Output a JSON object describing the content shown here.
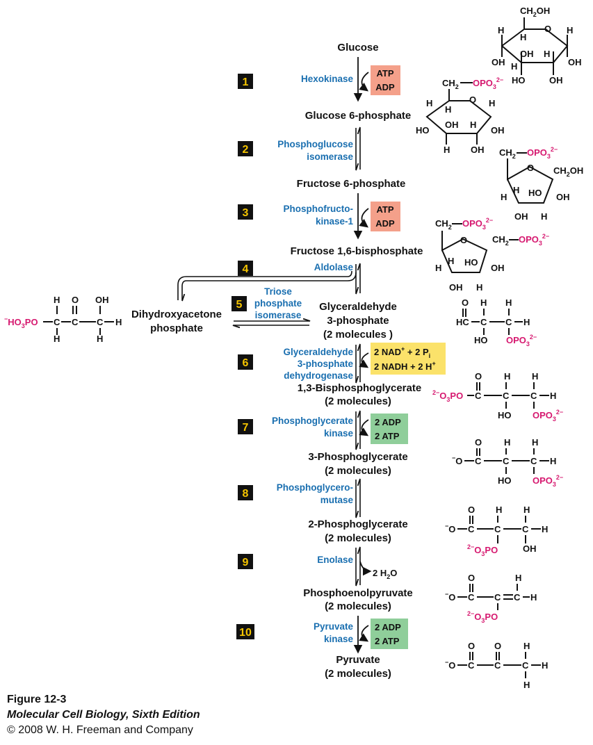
{
  "metabolites": {
    "glucose": "Glucose",
    "g6p": "Glucose 6-phosphate",
    "f6p": "Fructose 6-phosphate",
    "f16bp": "Fructose 1,6-bisphosphate",
    "dhap_1": "Dihydroxyacetone",
    "dhap_2": "phosphate",
    "gap_1": "Glyceraldehyde",
    "gap_2": "3-phosphate",
    "gap_3": "(2 molecules )",
    "bpg_1": "1,3-Bisphosphoglycerate",
    "bpg_2": "(2 molecules)",
    "pg3_1": "3-Phosphoglycerate",
    "pg3_2": "(2 molecules)",
    "pg2_1": "2-Phosphoglycerate",
    "pg2_2": "(2 molecules)",
    "pep_1": "Phosphoenolpyruvate",
    "pep_2": "(2 molecules)",
    "pyr_1": "Pyruvate",
    "pyr_2": "(2 molecules)"
  },
  "steps": [
    "1",
    "2",
    "3",
    "4",
    "5",
    "6",
    "7",
    "8",
    "9",
    "10"
  ],
  "enzymes": {
    "e1": "Hexokinase",
    "e2_1": "Phosphoglucose",
    "e2_2": "isomerase",
    "e3_1": "Phosphofructo-",
    "e3_2": "kinase-1",
    "e4": "Aldolase",
    "e5_1": "Triose",
    "e5_2": "phosphate",
    "e5_3": "isomerase",
    "e6_1": "Glyceraldehyde",
    "e6_2": "3-phosphate",
    "e6_3": "dehydrogenase",
    "e7_1": "Phosphoglycerate",
    "e7_2": "kinase",
    "e8_1": "Phosphoglycero-",
    "e8_2": "mutase",
    "e9": "Enolase",
    "e10_1": "Pyruvate",
    "e10_2": "kinase"
  },
  "cofactors": {
    "atp": "ATP",
    "adp": "ADP",
    "adp2": "2 ADP",
    "atp2": "2 ATP",
    "nad_a": "2 NAD",
    "nad_b": " + 2 P",
    "nadh_a": "2 NADH + 2 H",
    "water_a": "2 H",
    "water_b": "O",
    "plus": "+",
    "i": "i",
    "two": "2"
  },
  "atoms": {
    "C": "C",
    "H": "H",
    "O": "O",
    "OH": "OH",
    "HO": "HO",
    "HC": "HC",
    "CH2": "CH",
    "CH2OH_a": "CH",
    "CH2OH_b": "OH",
    "OPO3": "OPO",
    "O3PO": "O",
    "PO": "PO",
    "sub2": "2",
    "sub3": "3",
    "charge2": "2−",
    "minus": "−",
    "ho3po": "HO",
    "ho3po_b": "PO",
    "dash": "—"
  },
  "colors": {
    "enzyme_blue": "#1a6fb0",
    "phosphate_magenta": "#d6186f",
    "atp_box_red": "#f4a08a",
    "nad_box_yellow": "#fbe26a",
    "atp_box_green": "#8fce9a",
    "step_badge_black": "#111111",
    "step_number_yellow": "#f4c400"
  },
  "caption": {
    "figure": "Figure 12-3",
    "book": "Molecular Cell Biology, Sixth Edition",
    "copyright": "© 2008 W. H. Freeman and Company"
  }
}
